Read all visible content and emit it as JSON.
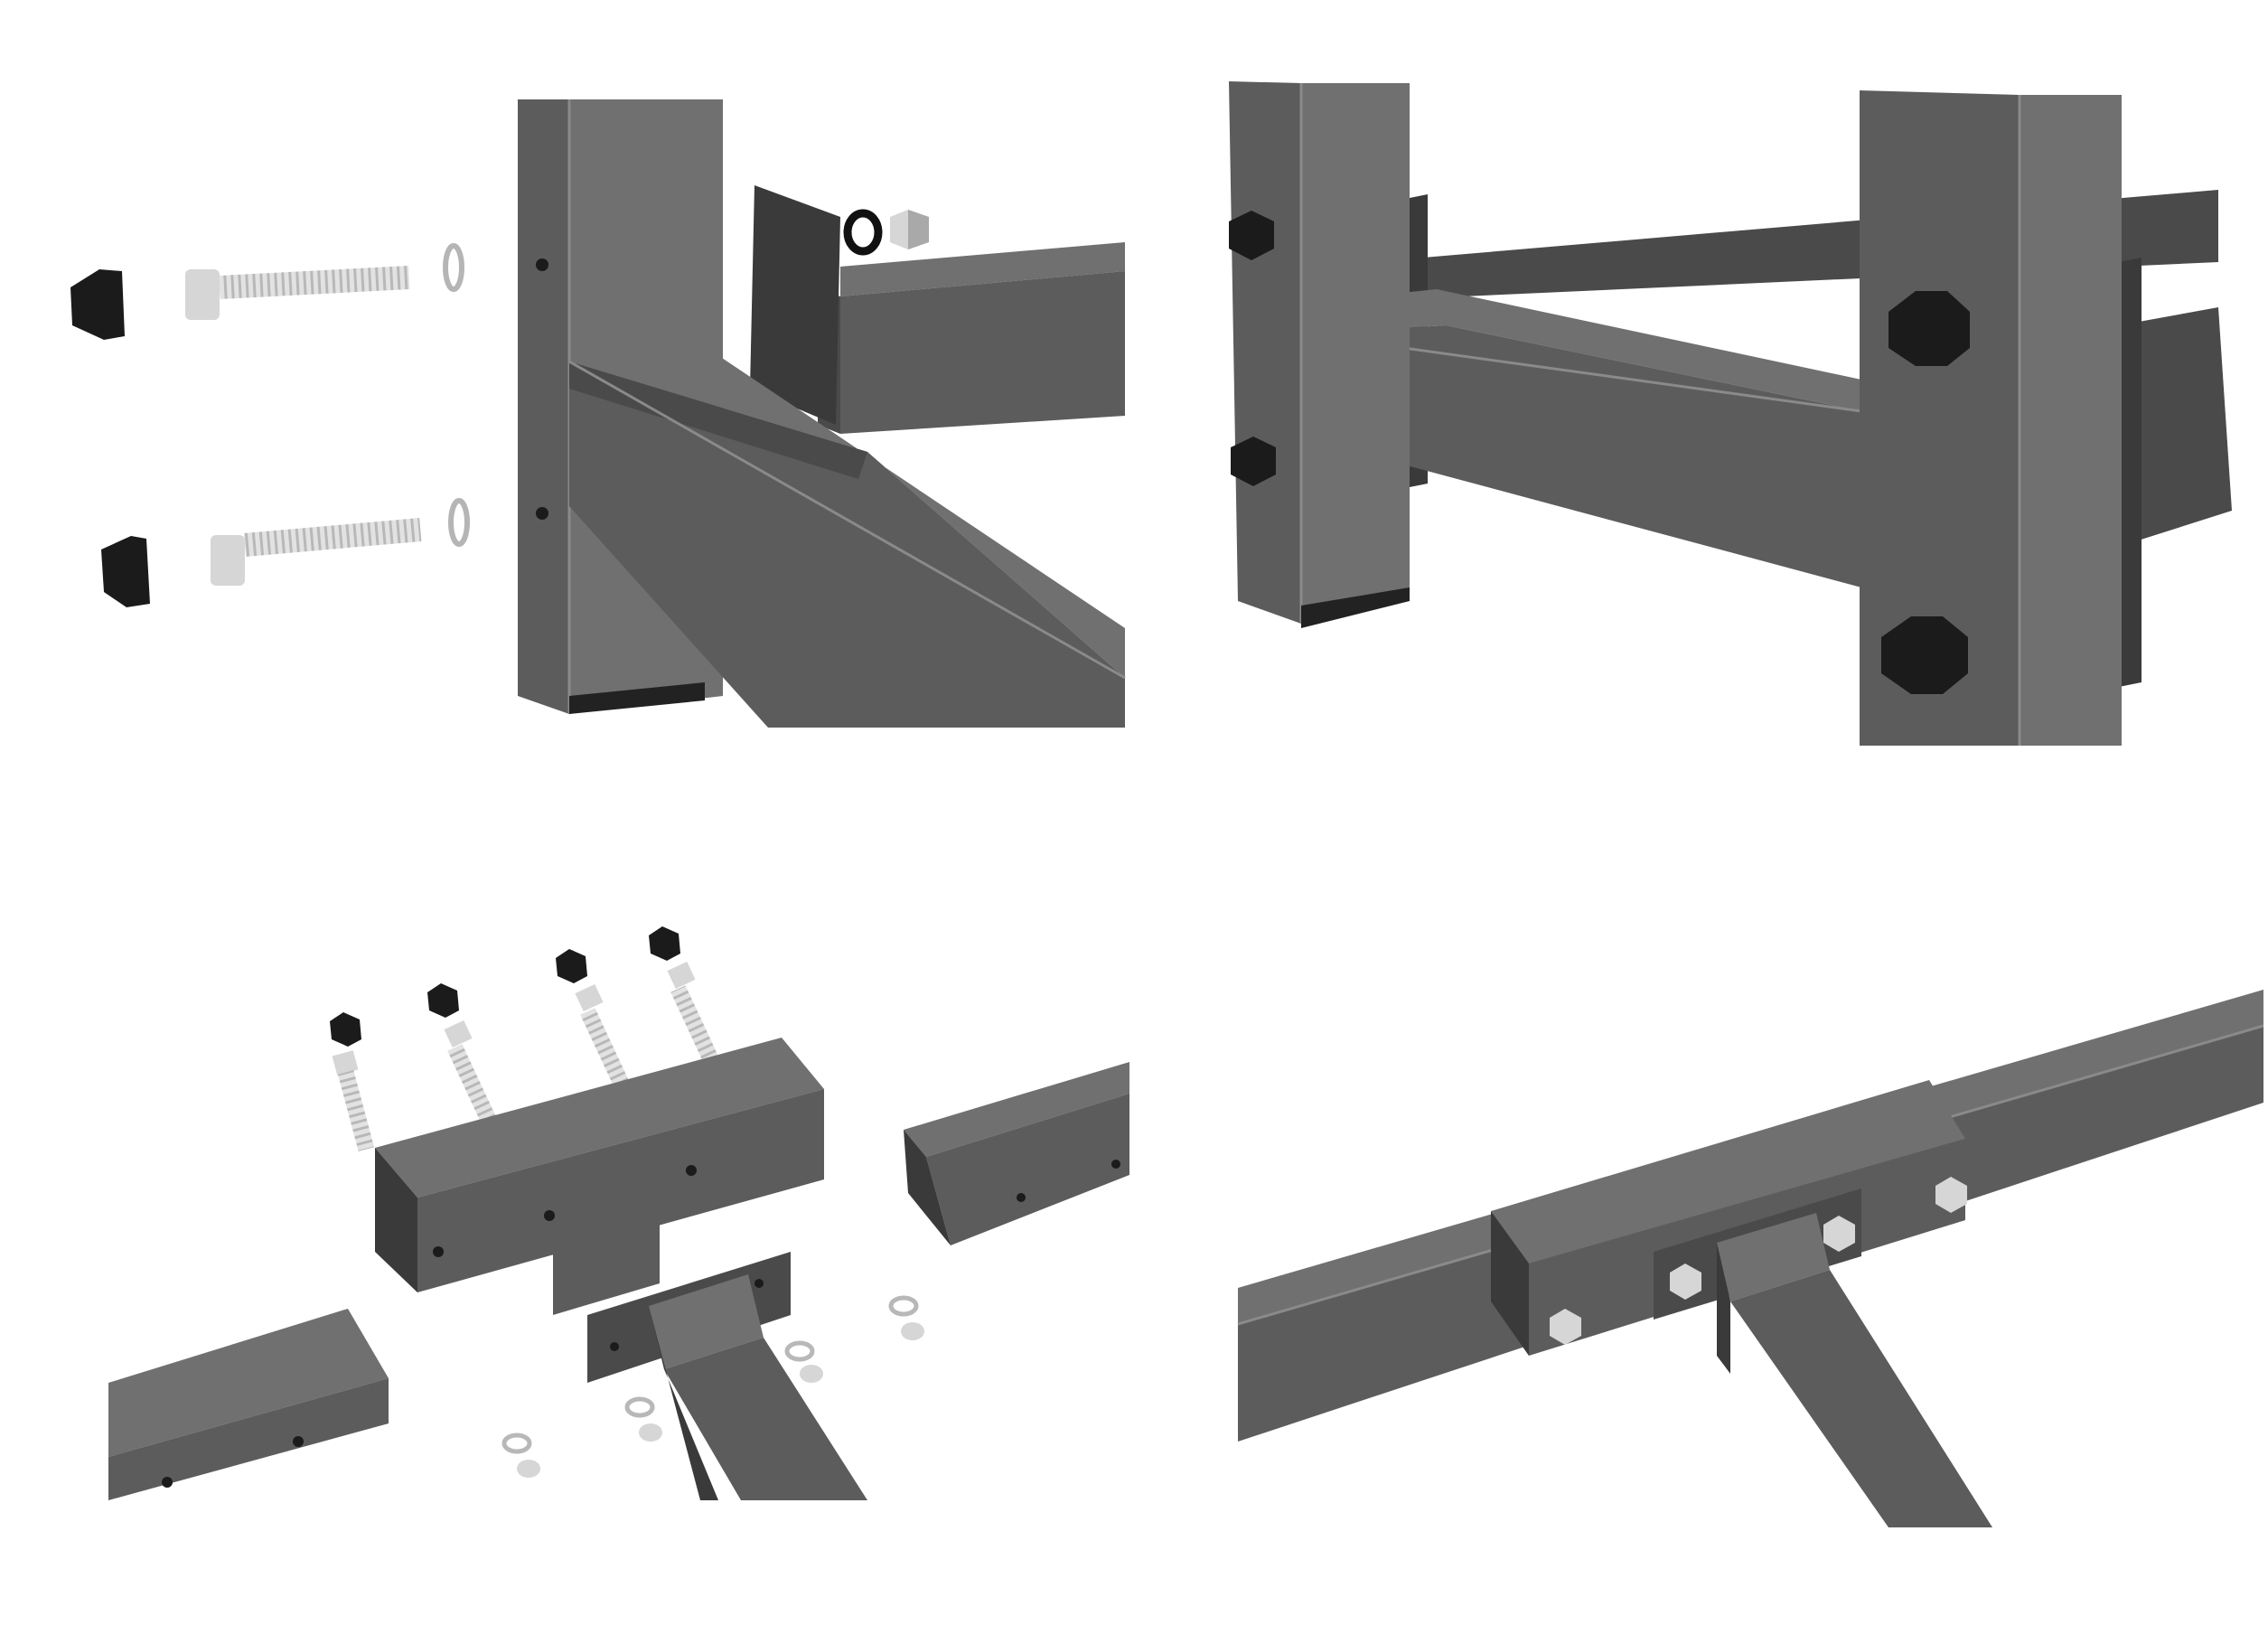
{
  "panels": [
    {
      "id": "exploded-corner-joint",
      "step": 1
    },
    {
      "id": "assembled-corner-joint",
      "step": 2
    },
    {
      "id": "exploded-tee-joint",
      "step": 3
    },
    {
      "id": "assembled-tee-joint",
      "step": 4
    }
  ],
  "colors": {
    "tube_front": "#5c5c5c",
    "tube_top": "#707070",
    "tube_side": "#4a4a4a",
    "tube_dark": "#3a3a3a",
    "edge_highlight": "#8a8a8a",
    "end_cap": "#1b1b1b",
    "bolt": "#d6d6d6",
    "bolt_shade": "#a9a9a9",
    "washer": "#c4c4c4",
    "foot": "#222222"
  },
  "icons": [
    "end-cap-icon",
    "bolt-icon",
    "washer-icon",
    "nut-icon"
  ]
}
